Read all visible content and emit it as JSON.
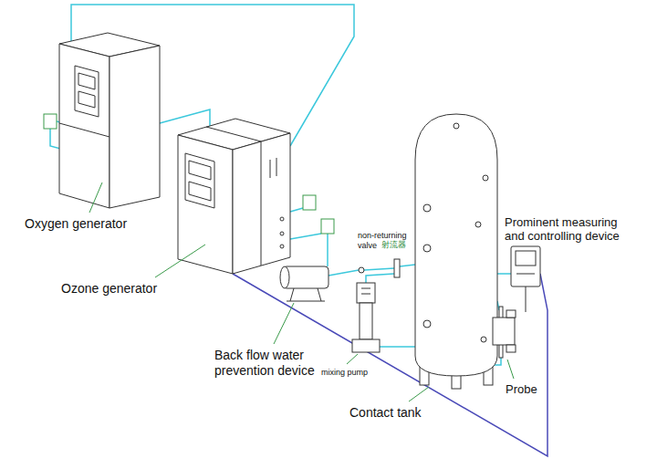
{
  "diagram": {
    "labels": [
      "Oxygen generator",
      "Ozone generator",
      "non-returning valve",
      "射流器",
      "Prominent measuring and controlling device",
      "Back flow water prevention device",
      "mixing pump",
      "Probe",
      "Contact tank"
    ]
  }
}
